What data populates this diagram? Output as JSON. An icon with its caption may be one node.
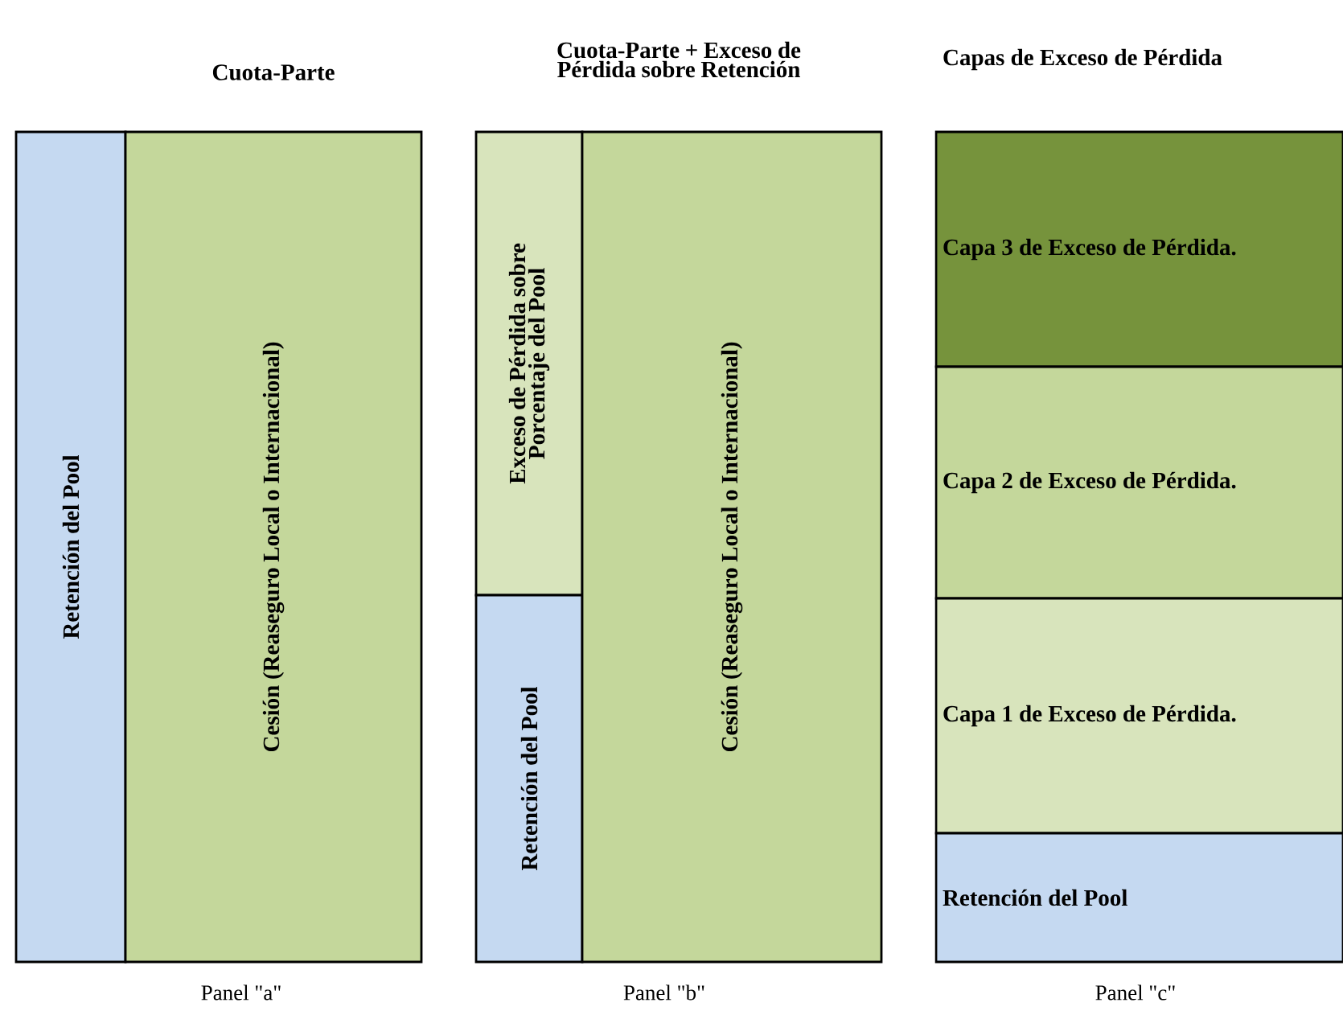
{
  "diagram": {
    "nodes": [
      {
        "text": [
          "Retención del Pool"
        ]
      },
      {
        "text": [
          "Cesión (Reaseguro Local o Internacional)"
        ]
      },
      {
        "text": [
          "Exceso de Pérdida sobre Porcentaje del Pool"
        ]
      },
      {
        "text": [
          "Retención del Pool"
        ]
      },
      {
        "text": [
          "Cesión (Reaseguro Local o Internacional)"
        ]
      },
      {
        "text": [
          "Capa 3 de Exceso de Pérdida."
        ]
      },
      {
        "text": [
          "Capa 2 de Exceso de Pérdida."
        ]
      },
      {
        "text": [
          "Capa 1 de Exceso de Pérdida."
        ]
      },
      {
        "text": [
          "Retención del Pool"
        ]
      }
    ],
    "labels": [
      "Cuota-Parte",
      "Cuota-Parte + Exceso de Pérdida sobre Retención",
      "Capas de Exceso de Pérdida",
      "Panel \"a\"",
      "Panel \"b\"",
      "Panel \"c\""
    ]
  }
}
